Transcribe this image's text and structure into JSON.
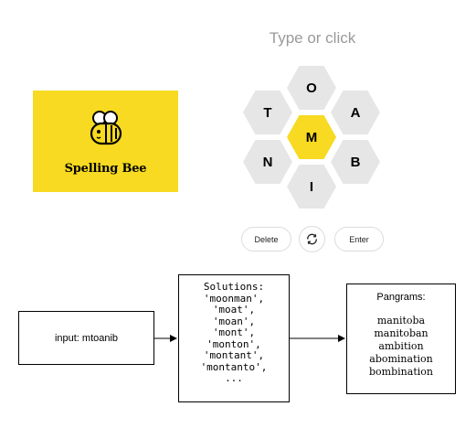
{
  "logo": {
    "title": "Spelling Bee",
    "icon": "bee-icon",
    "background_color": "#f7da21"
  },
  "game": {
    "prompt": "Type or click",
    "center_letter": "M",
    "outer_letters": [
      "O",
      "A",
      "B",
      "I",
      "N",
      "T"
    ],
    "center_color": "#f7da21",
    "outer_color": "#e6e6e6"
  },
  "controls": {
    "delete_label": "Delete",
    "shuffle_icon": "shuffle-icon",
    "enter_label": "Enter"
  },
  "diagram": {
    "input_label": "input: mtoanib",
    "solutions_title": "Solutions:",
    "solutions": [
      "'moonman',",
      "'moat',",
      "'moan',",
      "'mont',",
      "'monton',",
      "'montant',",
      "'montanto',",
      "..."
    ],
    "pangrams_title": "Pangrams:",
    "pangrams": [
      "manitoba",
      "manitoban",
      "ambition",
      "abomination",
      "bombination"
    ]
  }
}
